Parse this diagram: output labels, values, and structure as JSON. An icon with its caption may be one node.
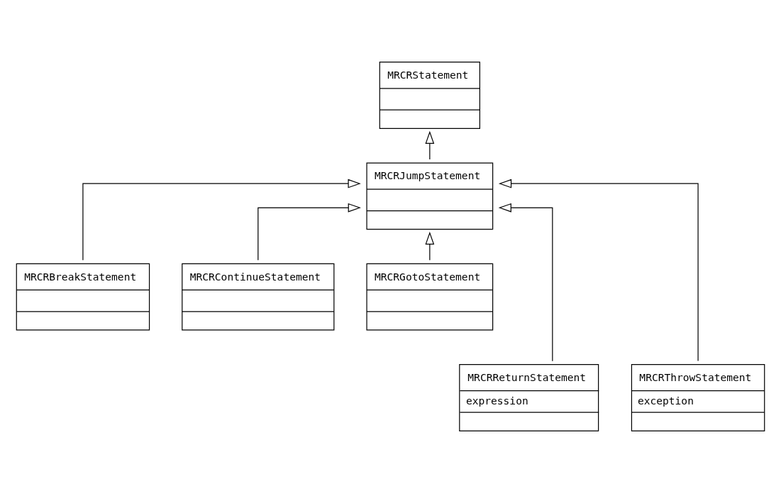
{
  "diagram": {
    "nodes": [
      {
        "text": [
          "MRCRStatement"
        ]
      },
      {
        "text": [
          "MRCRJumpStatement"
        ]
      },
      {
        "text": [
          "MRCRBreakStatement"
        ]
      },
      {
        "text": [
          "MRCRContinueStatement"
        ]
      },
      {
        "text": [
          "MRCRGotoStatement"
        ]
      },
      {
        "text": [
          "MRCRReturnStatement",
          "expression"
        ]
      },
      {
        "text": [
          "MRCRThrowStatement",
          "exception"
        ]
      }
    ],
    "edges": [
      {
        "from": 1,
        "to": 0,
        "arrow": "to"
      },
      {
        "from": 2,
        "to": 1,
        "arrow": "to"
      },
      {
        "from": 3,
        "to": 1,
        "arrow": "to"
      },
      {
        "from": 4,
        "to": 1,
        "arrow": "to"
      },
      {
        "from": 5,
        "to": 1,
        "arrow": "to"
      },
      {
        "from": 6,
        "to": 1,
        "arrow": "to"
      }
    ]
  }
}
